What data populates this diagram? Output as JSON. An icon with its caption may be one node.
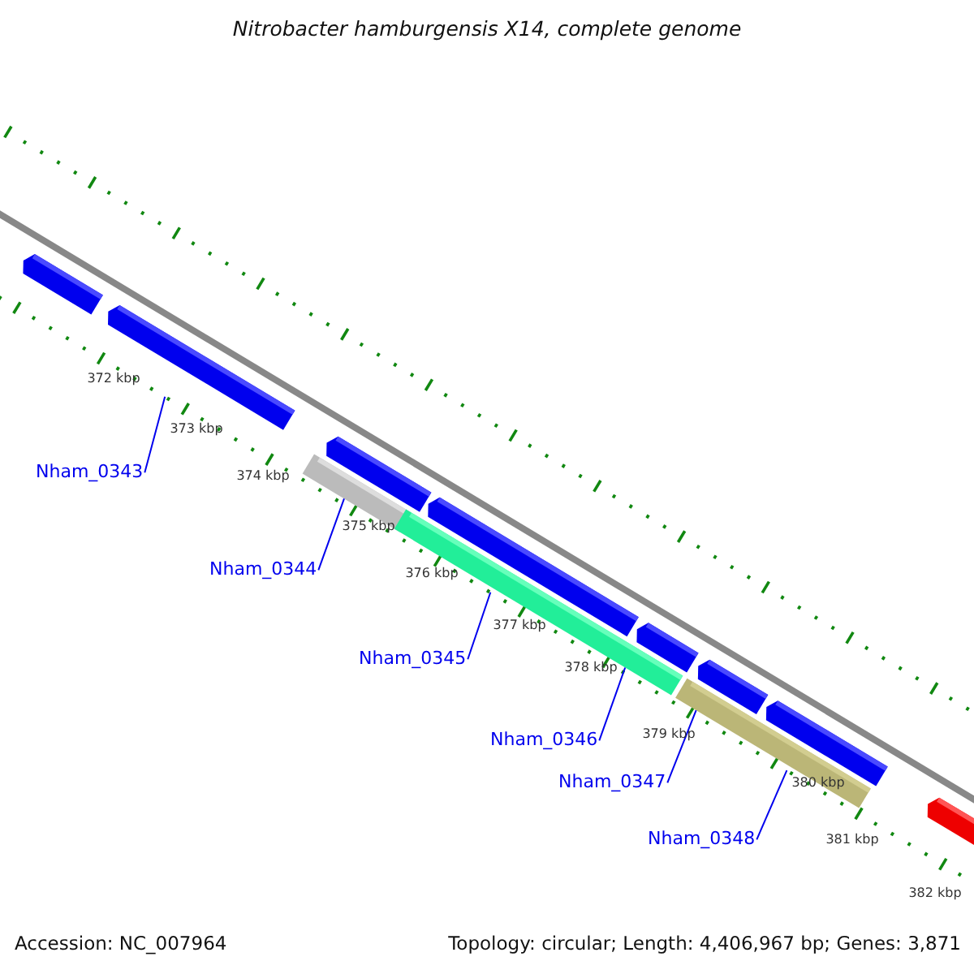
{
  "diagram": {
    "title": "Nitrobacter hamburgensis X14, complete genome",
    "nodes": [
      {
        "text": [],
        "shape": "bar"
      },
      {
        "text": [],
        "shape": "bar"
      },
      {
        "text": [],
        "shape": "bar"
      },
      {
        "text": [],
        "shape": "bar"
      },
      {
        "text": [],
        "shape": "bar"
      },
      {
        "text": [],
        "shape": "bar"
      },
      {
        "text": [],
        "shape": "bar"
      },
      {
        "text": [],
        "shape": "bar"
      },
      {
        "text": [],
        "shape": "bar"
      },
      {
        "text": [],
        "shape": "bar"
      },
      {
        "text": [],
        "shape": "bar"
      },
      {
        "text": [
          "Nham_0343"
        ]
      },
      {
        "text": [
          "Nham_0344"
        ]
      },
      {
        "text": [
          "Nham_0345"
        ]
      },
      {
        "text": [
          "Nham_0346"
        ]
      },
      {
        "text": [
          "Nham_0347"
        ]
      },
      {
        "text": [
          "Nham_0348"
        ]
      }
    ],
    "edges": [
      {
        "from": 11,
        "to": 1,
        "arrow": "none"
      },
      {
        "from": 12,
        "to": 2,
        "arrow": "none"
      },
      {
        "from": 13,
        "to": 5,
        "arrow": "none"
      },
      {
        "from": 14,
        "to": 4,
        "arrow": "none"
      },
      {
        "from": 15,
        "to": 7,
        "arrow": "none"
      },
      {
        "from": 16,
        "to": 9,
        "arrow": "none"
      }
    ],
    "labels": [
      "372 kbp",
      "373 kbp",
      "374 kbp",
      "375 kbp",
      "376 kbp",
      "377 kbp",
      "378 kbp",
      "379 kbp",
      "380 kbp",
      "381 kbp",
      "382 kbp",
      "Accession: NC_007964",
      "Topology: circular; Length: 4,406,967 bp; Genes: 3,871"
    ]
  }
}
